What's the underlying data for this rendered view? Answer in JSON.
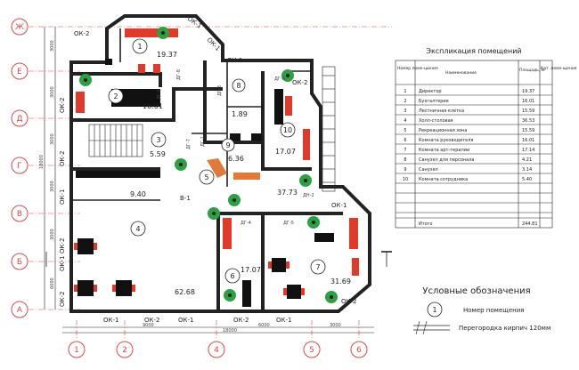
{
  "axes": {
    "rows": [
      "Ж",
      "Е",
      "Д",
      "Г",
      "В",
      "Б",
      "А"
    ],
    "cols": [
      "1",
      "2",
      "4",
      "5",
      "6"
    ]
  },
  "window_labels": [
    "ОК-2",
    "ОК-1",
    "ОК-1",
    "ОК-1",
    "ОК-2",
    "ОК-1",
    "ОК-2",
    "ОК-1",
    "ОК-2",
    "ОК-1",
    "ОК-2",
    "ОК-1",
    "ОК-2",
    "ОК-1",
    "ОК-2",
    "ОК-1",
    "ОК-2",
    "ОК-2"
  ],
  "door_labels": [
    "ДГ-8",
    "ДГ-7",
    "ДГ-6",
    "ДГ-1",
    "В-1",
    "ДГ-4",
    "ДГ-5",
    "ДН-2",
    "ДГ-3",
    "ДГ-3"
  ],
  "dimensions": {
    "vertical": [
      "3000",
      "3000",
      "3000",
      "3000",
      "3000",
      "6000",
      "18000"
    ],
    "horizontal": [
      "9000",
      "6000",
      "3000",
      "18000"
    ]
  },
  "rooms": [
    {
      "number": "1",
      "area": "19.37"
    },
    {
      "number": "2",
      "area": "16.01"
    },
    {
      "number": "3",
      "area": "5.59"
    },
    {
      "number": "4",
      "area": "62.68"
    },
    {
      "number": "5",
      "area": "9.40"
    },
    {
      "number": "6",
      "area": "17.07"
    },
    {
      "number": "7",
      "area": "31.69"
    },
    {
      "number": "8",
      "area": "1.89"
    },
    {
      "number": "9",
      "area": "6.36"
    },
    {
      "number": "10",
      "area": "17.07"
    },
    {
      "number": "",
      "area": "37.73"
    }
  ],
  "explication": {
    "title": "Экспликация помещений",
    "headers": [
      "Номер поме-щения",
      "Наименование",
      "Площадь, м²",
      "Кат. поме-щения"
    ],
    "rows": [
      {
        "num": "1",
        "name": "Директор",
        "area": "19.37"
      },
      {
        "num": "2",
        "name": "Бухгалтерия",
        "area": "16.01"
      },
      {
        "num": "3",
        "name": "Лестничная клетка",
        "area": "15.59"
      },
      {
        "num": "4",
        "name": "Холл-столовая",
        "area": "36.53"
      },
      {
        "num": "5",
        "name": "Рекреационная зона",
        "area": "15.59"
      },
      {
        "num": "6",
        "name": "Комната руководителя",
        "area": "16.01"
      },
      {
        "num": "7",
        "name": "Комната арт-терапии",
        "area": "17.14"
      },
      {
        "num": "8",
        "name": "Санузел для персонала",
        "area": "4.21"
      },
      {
        "num": "9",
        "name": "Санузел",
        "area": "3.14"
      },
      {
        "num": "10",
        "name": "Комната сотрудника",
        "area": "5.40"
      }
    ],
    "total_label": "Итого",
    "total": "244.81"
  },
  "legend": {
    "title": "Условные обозначения",
    "symbol_number": "1",
    "room_number": "Номер помещения",
    "partition": "Перегородка кирпич 120мм"
  }
}
